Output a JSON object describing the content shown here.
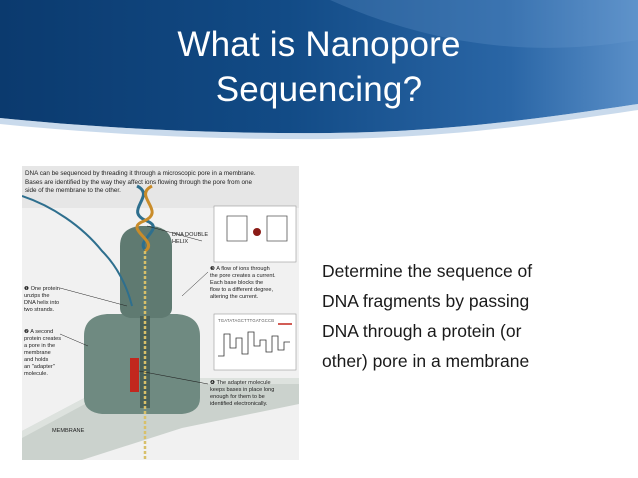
{
  "slide": {
    "title_lines": [
      "What is Nanopore",
      "Sequencing?"
    ],
    "body_lines": [
      "Determine the sequence of",
      "DNA fragments by passing",
      "DNA through a protein (or",
      "other) pore in a membrane"
    ]
  },
  "figure": {
    "caption_lines": [
      "DNA can be sequenced by threading it through a microscopic pore in a membrane.",
      "Bases are identified by the way they affect ions flowing through the pore from one",
      "side of the membrane to the other."
    ],
    "label_helix": [
      "DNA DOUBLE",
      "HELIX"
    ],
    "label_step1": [
      "❶ One protein",
      "unzips the",
      "DNA helix into",
      "two strands."
    ],
    "label_step2": [
      "❷ A second",
      "protein creates",
      "a pore in the",
      "membrane",
      "and holds",
      "an \"adapter\"",
      "molecule."
    ],
    "label_step3": [
      "❸ A flow of ions through",
      "the pore creates a current.",
      "Each base blocks the",
      "flow to a different degree,",
      "altering the current."
    ],
    "label_step4": [
      "❹ The adapter molecule",
      "keeps bases in place long",
      "enough for them to be",
      "identified electronically."
    ],
    "label_membrane": "MEMBRANE",
    "trace_sequence": "TGATATAGCTTTGATGCCB"
  },
  "colors": {
    "header_dark": "#0d3e73",
    "header_light": "#5b8fc7",
    "protein": "#6e8a80",
    "membrane": "#c9cfca",
    "adapter": "#c2271e"
  }
}
